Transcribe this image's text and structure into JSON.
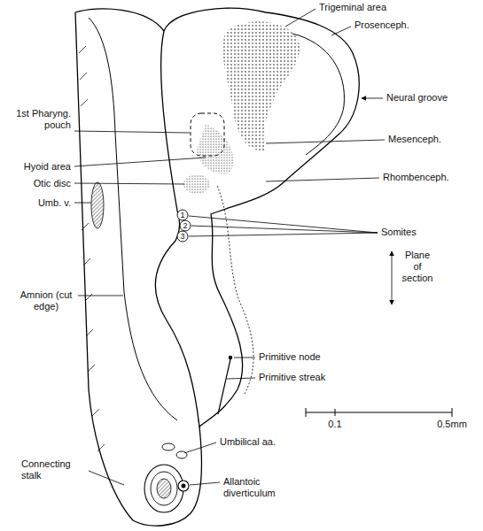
{
  "diagram": {
    "labels": [
      "Trigeminal area",
      "Prosenceph.",
      "Neural groove",
      "1st Pharyng. pouch",
      "Mesenceph.",
      "Hyoid area",
      "Otic disc",
      "Rhombenceph.",
      "Umb. v.",
      "Somites",
      "1",
      "2",
      "3",
      "Plane of section",
      "Amnion (cut edge)",
      "Primitive node",
      "Primitive streak",
      "0.1",
      "0.5mm",
      "Umbilical aa.",
      "Connecting stalk",
      "Allantoic diverticulum"
    ]
  }
}
